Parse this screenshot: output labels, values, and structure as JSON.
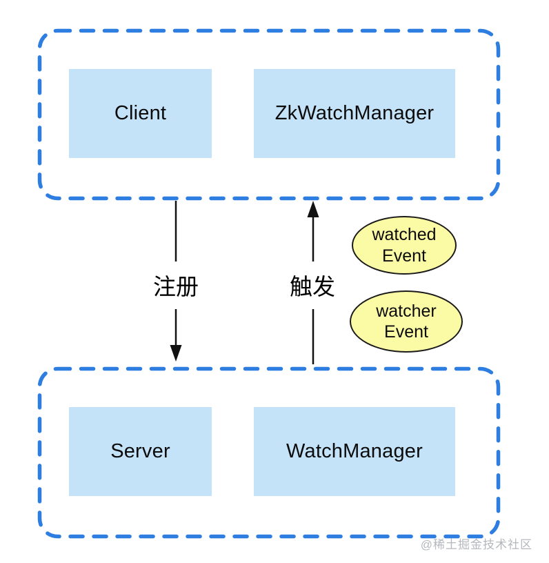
{
  "colors": {
    "outline_blue": "#2e7de1",
    "box_fill_blue": "#c4e3f8",
    "event_fill_yellow": "#fbfaa5",
    "arrow_black": "#111111"
  },
  "client_layer": {
    "boxes": [
      {
        "label": "Client"
      },
      {
        "label": "ZkWatchManager"
      }
    ]
  },
  "server_layer": {
    "boxes": [
      {
        "label": "Server"
      },
      {
        "label": "WatchManager"
      }
    ]
  },
  "arrows": [
    {
      "label": "注册",
      "direction": "down"
    },
    {
      "label": "触发",
      "direction": "up"
    }
  ],
  "events": [
    {
      "line1": "watched",
      "line2": "Event"
    },
    {
      "line1": "watcher",
      "line2": "Event"
    }
  ],
  "watermark": "@稀土掘金技术社区"
}
